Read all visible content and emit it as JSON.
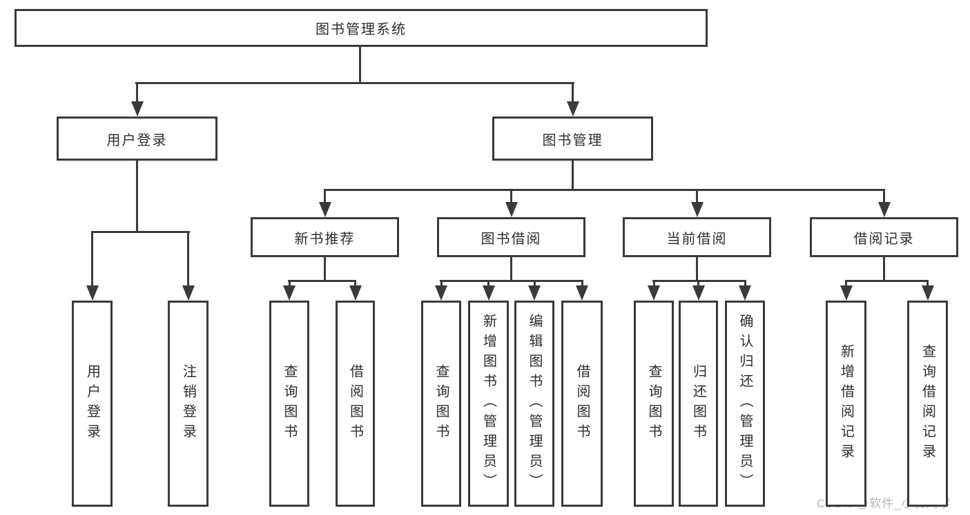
{
  "diagram": {
    "root": "图书管理系统",
    "login": {
      "label": "用户登录",
      "children": [
        "用户登录",
        "注销登录"
      ]
    },
    "management": {
      "label": "图书管理",
      "sections": [
        {
          "label": "新书推荐",
          "children": [
            "查询图书",
            "借阅图书"
          ]
        },
        {
          "label": "图书借阅",
          "children": [
            "查询图书",
            "新增图书（管理员）",
            "编辑图书（管理员）",
            "借阅图书"
          ]
        },
        {
          "label": "当前借阅",
          "children": [
            "查询图书",
            "归还图书",
            "确认归还（管理员）"
          ]
        },
        {
          "label": "借阅记录",
          "children": [
            "新增借阅记录",
            "查询借阅记录"
          ]
        }
      ]
    }
  },
  "watermark": "CSDN @软件_小贺同学",
  "colors": {
    "line": "#3a3a3a",
    "text": "#2d2d2d",
    "watermark": "#b5b5b5",
    "background": "#ffffff"
  }
}
